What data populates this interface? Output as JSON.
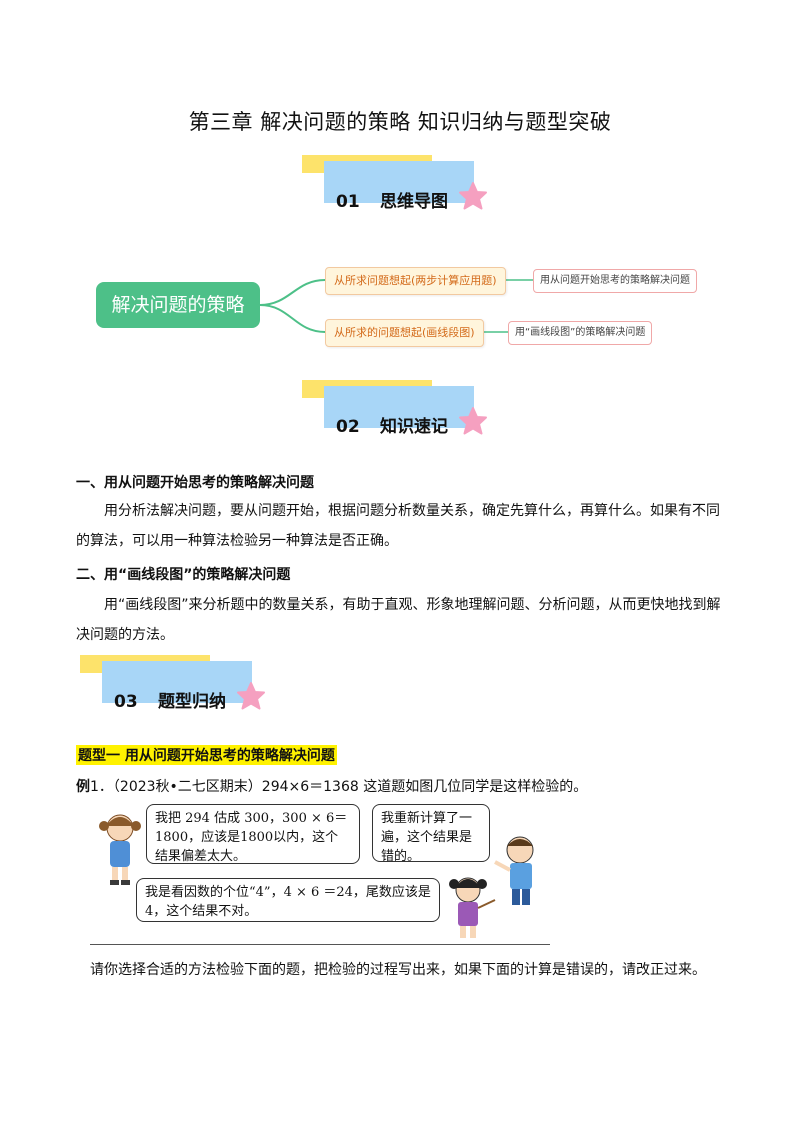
{
  "title": "第三章  解决问题的策略  知识归纳与题型突破",
  "sections": [
    {
      "num": "01",
      "label": "思维导图"
    },
    {
      "num": "02",
      "label": "知识速记"
    },
    {
      "num": "03",
      "label": "题型归纳"
    }
  ],
  "mindmap": {
    "root": "解决问题的策略",
    "branches": [
      {
        "label": "从所求问题想起(两步计算应用题)",
        "leaf": "用从问题开始思考的策略解决问题"
      },
      {
        "label": "从所求的问题想起(画线段图)",
        "leaf": "用“画线段图”的策略解决问题"
      }
    ]
  },
  "knowledge": {
    "h1": "一、用从问题开始思考的策略解决问题",
    "p1": "用分析法解决问题，要从问题开始，根据问题分析数量关系，确定先算什么，再算什么。如果有不同的算法，可以用一种算法检验另一种算法是否正确。",
    "h2": "二、用“画线段图”的策略解决问题",
    "p2": "用“画线段图”来分析题中的数量关系，有助于直观、形象地理解问题、分析问题，从而更快地找到解决问题的方法。"
  },
  "types": {
    "heading": "题型一    用从问题开始思考的策略解决问题",
    "example_label": "例",
    "example_text": "1．（2023秋•二七区期末）294×6＝1368 这道题如图几位同学是这样检验的。",
    "bubbles": [
      "我把 294 估成 300，300 × 6＝1800，应该是1800以内，这个结果偏差太大。",
      "我重新计算了一遍，这个结果是错的。",
      "我是看因数的个位“4”，4 × 6 ＝24，尾数应该是 4，这个结果不对。"
    ],
    "question": "请你选择合适的方法检验下面的题，把检验的过程写出来，如果下面的计算是错误的，请改正过来。"
  },
  "colors": {
    "root": "#4dc088",
    "banner_yellow": "#fde36b",
    "banner_blue": "#a8d6f7",
    "star": "#f5a0c0",
    "highlight": "#fff200"
  }
}
